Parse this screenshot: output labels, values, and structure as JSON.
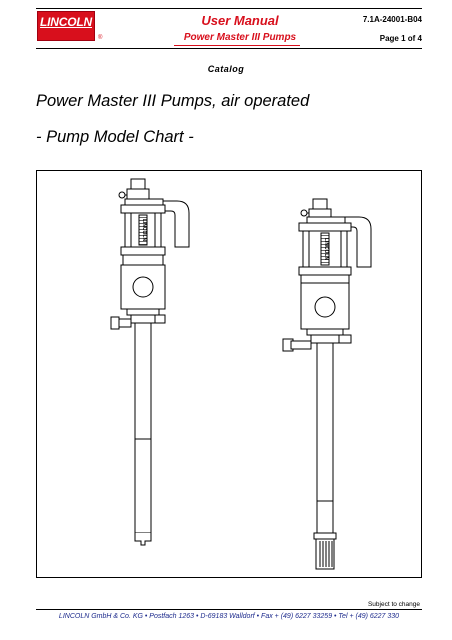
{
  "header": {
    "logo_text": "LINCOLN",
    "logo_reg": "®",
    "title": "User Manual",
    "subtitle": "Power Master III Pumps",
    "doc_number": "7.1A-24001-B04",
    "page": "Page 1 of 4"
  },
  "section": "Catalog",
  "title_line1": "Power Master III Pumps, air operated",
  "title_line2": "- Pump Model Chart -",
  "figure": {
    "pump_left_label": "LINCOLN",
    "pump_right_label": "LINCOLN"
  },
  "subject_note": "Subject to change",
  "footer": "LINCOLN GmbH & Co. KG • Postfach 1263 • D-69183 Walldorf • Fax + (49) 6227 33259 • Tel + (49) 6227 330",
  "colors": {
    "brand_red": "#d80f1c",
    "footer_blue": "#1c2a8c"
  }
}
